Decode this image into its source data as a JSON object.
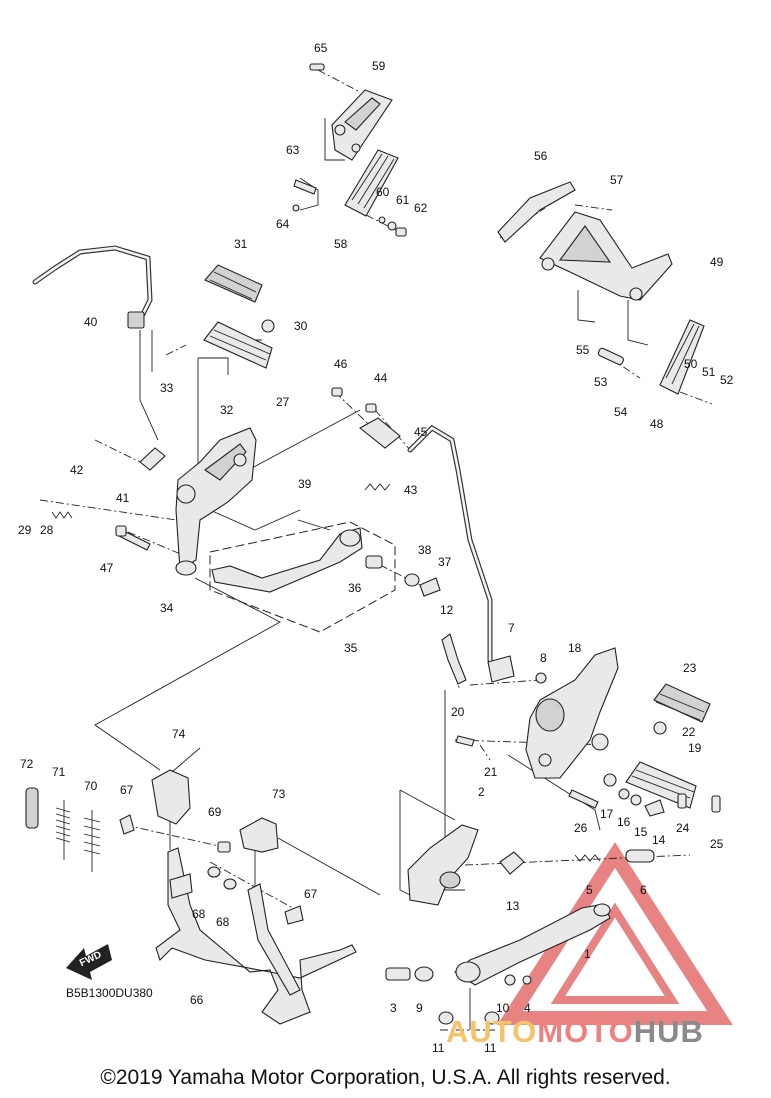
{
  "copyright": "©2019 Yamaha Motor Corporation, U.S.A. All rights reserved.",
  "drawing_code": "B5B1300DU380",
  "fwd_arrow_label": "FWD",
  "watermark": {
    "part1": "AUTO",
    "part2": "MOTO",
    "part3": "HUB"
  },
  "colors": {
    "watermark_red": "#e05a5a",
    "watermark_orange": "#f7c36a",
    "watermark_gray": "#8a8a8a"
  },
  "callouts": [
    "1",
    "2",
    "3",
    "4",
    "5",
    "6",
    "7",
    "8",
    "9",
    "10",
    "11",
    "11",
    "12",
    "13",
    "14",
    "15",
    "16",
    "17",
    "18",
    "19",
    "20",
    "21",
    "22",
    "23",
    "24",
    "25",
    "26",
    "27",
    "28",
    "29",
    "30",
    "31",
    "32",
    "33",
    "34",
    "35",
    "36",
    "37",
    "38",
    "39",
    "40",
    "41",
    "42",
    "43",
    "44",
    "45",
    "46",
    "47",
    "48",
    "49",
    "50",
    "51",
    "52",
    "53",
    "54",
    "55",
    "56",
    "57",
    "58",
    "59",
    "60",
    "61",
    "62",
    "63",
    "64",
    "65",
    "66",
    "67",
    "67",
    "68",
    "68",
    "69",
    "70",
    "71",
    "72",
    "73",
    "74"
  ]
}
